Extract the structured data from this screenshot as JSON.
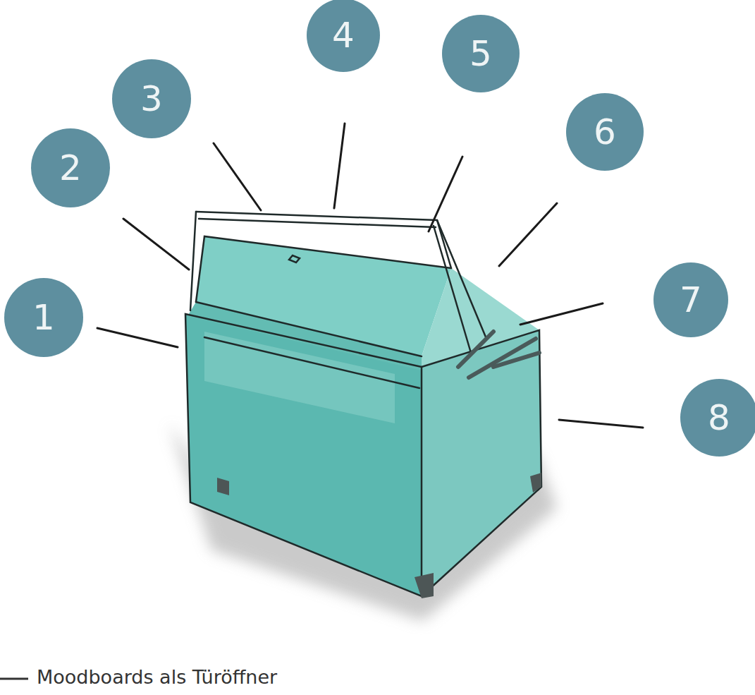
{
  "diagram": {
    "nodes": [
      {
        "text": [
          "1"
        ]
      },
      {
        "text": [
          "2"
        ]
      },
      {
        "text": [
          "3"
        ]
      },
      {
        "text": [
          "4"
        ]
      },
      {
        "text": [
          "5"
        ]
      },
      {
        "text": [
          "6"
        ]
      },
      {
        "text": [
          "7"
        ]
      },
      {
        "text": [
          "8"
        ]
      }
    ],
    "labels": [
      "Moodboards als Türöffner"
    ]
  }
}
